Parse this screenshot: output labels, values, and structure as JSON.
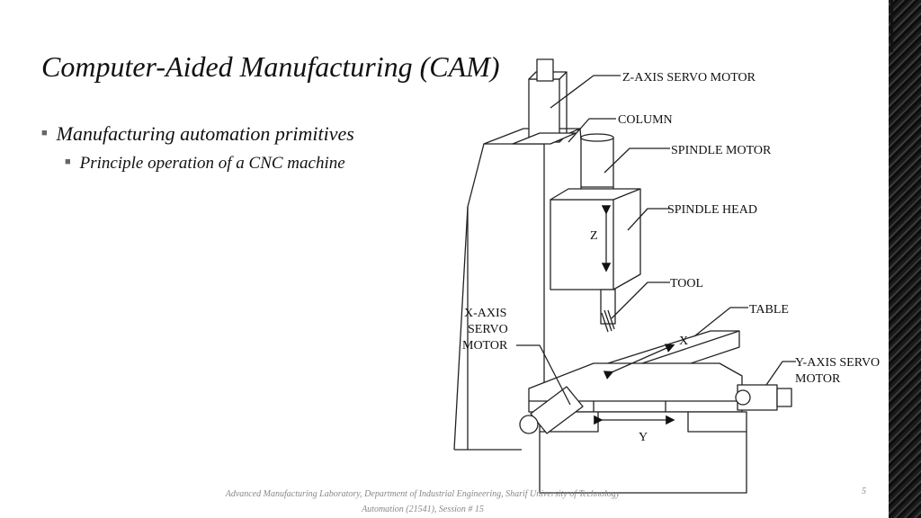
{
  "slide": {
    "title": "Computer-Aided Manufacturing (CAM)",
    "bullets": [
      {
        "level": 1,
        "text": "Manufacturing automation primitives"
      },
      {
        "level": 2,
        "text": "Principle operation of a CNC machine"
      }
    ],
    "bullet_marker": "■",
    "footer": {
      "line1": "Advanced Manufacturing Laboratory, Department of Industrial Engineering, Sharif University of Technology",
      "line2": "Automation (21541), Session # 15"
    },
    "page_number": "5"
  },
  "diagram": {
    "labels": {
      "z_axis_servo_motor": "Z-AXIS SERVO MOTOR",
      "column": "COLUMN",
      "spindle_motor": "SPINDLE MOTOR",
      "spindle_head": "SPINDLE HEAD",
      "tool": "TOOL",
      "table": "TABLE",
      "x_axis_servo_motor": [
        "X-AXIS",
        "SERVO",
        "MOTOR"
      ],
      "y_axis_servo_motor": [
        "Y-AXIS SERVO",
        "MOTOR"
      ],
      "axis_z": "Z",
      "axis_x": "X",
      "axis_y": "Y"
    }
  }
}
